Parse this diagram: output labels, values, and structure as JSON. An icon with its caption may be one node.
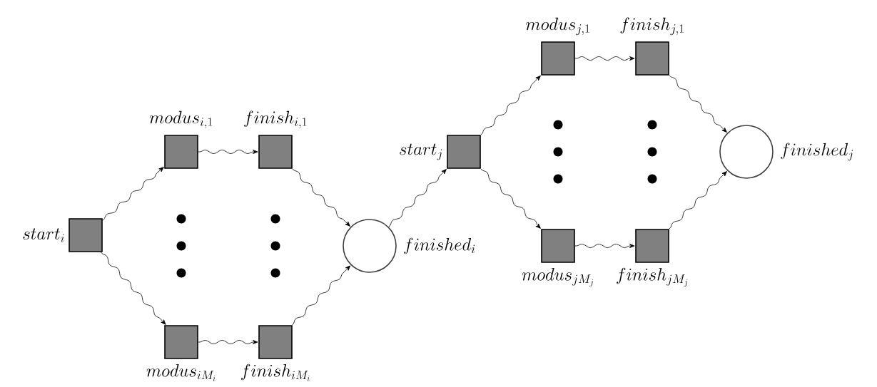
{
  "diagram": {
    "nodes": [
      {
        "text": [],
        "shape": "box",
        "beside": [
          "start_i"
        ]
      },
      {
        "text": [],
        "shape": "box",
        "beside": [
          "modus_{i,1}"
        ]
      },
      {
        "text": [],
        "shape": "box",
        "beside": [
          "finish_{i,1}"
        ]
      },
      {
        "text": [],
        "shape": "box",
        "beside": [
          "modus_{iM_i}"
        ]
      },
      {
        "text": [],
        "shape": "box",
        "beside": [
          "finish_{iM_i}"
        ]
      },
      {
        "text": [],
        "shape": "circle",
        "beside": [
          "finished_i"
        ]
      },
      {
        "text": [],
        "shape": "box",
        "beside": [
          "start_j"
        ]
      },
      {
        "text": [],
        "shape": "box",
        "beside": [
          "modus_{j,1}"
        ]
      },
      {
        "text": [],
        "shape": "box",
        "beside": [
          "finish_{j,1}"
        ]
      },
      {
        "text": [],
        "shape": "box",
        "beside": [
          "modus_{jM_j}"
        ]
      },
      {
        "text": [],
        "shape": "box",
        "beside": [
          "finish_{jM_j}"
        ]
      },
      {
        "text": [],
        "shape": "circle",
        "beside": [
          "finished_j"
        ]
      }
    ],
    "edges": [
      {
        "from": 0,
        "to": 1,
        "arrow": "to"
      },
      {
        "from": 0,
        "to": 3,
        "arrow": "to"
      },
      {
        "from": 1,
        "to": 2,
        "arrow": "to"
      },
      {
        "from": 3,
        "to": 4,
        "arrow": "to"
      },
      {
        "from": 2,
        "to": 5,
        "arrow": "to"
      },
      {
        "from": 4,
        "to": 5,
        "arrow": "to"
      },
      {
        "from": 5,
        "to": 6,
        "arrow": "to"
      },
      {
        "from": 6,
        "to": 7,
        "arrow": "to"
      },
      {
        "from": 6,
        "to": 9,
        "arrow": "to"
      },
      {
        "from": 7,
        "to": 8,
        "arrow": "to"
      },
      {
        "from": 9,
        "to": 10,
        "arrow": "to"
      },
      {
        "from": 8,
        "to": 11,
        "arrow": "to"
      },
      {
        "from": 10,
        "to": 11,
        "arrow": "to"
      }
    ]
  }
}
